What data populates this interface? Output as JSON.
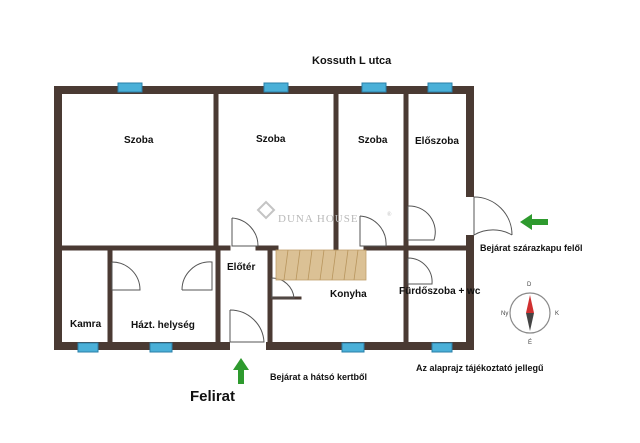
{
  "street": "Kossuth L utca",
  "rooms": {
    "szoba1": "Szoba",
    "szoba2": "Szoba",
    "szoba3": "Szoba",
    "eloszoba": "Előszoba",
    "kamra": "Kamra",
    "haztartasi": "Házt. helység",
    "eloter": "Előtér",
    "konyha": "Konyha",
    "furdoszoba": "Fürdőszoba + wc"
  },
  "notes": {
    "entrance_side": "Bejárat szárazkapu felől",
    "entrance_back": "Bejárat a hátsó kertből",
    "disclaimer": "Az alaprajz tájékoztató jellegű",
    "caption": "Felirat"
  },
  "watermark": "DUNA HOUSE",
  "watermark_mark": "®",
  "compass": {
    "n": "É",
    "s": "D",
    "e": "K",
    "w": "Ny"
  },
  "colors": {
    "wall": "#4a3a33",
    "window": "#4ab0d8",
    "arrow": "#2e9a2e",
    "stair": "#d8bb8a"
  }
}
